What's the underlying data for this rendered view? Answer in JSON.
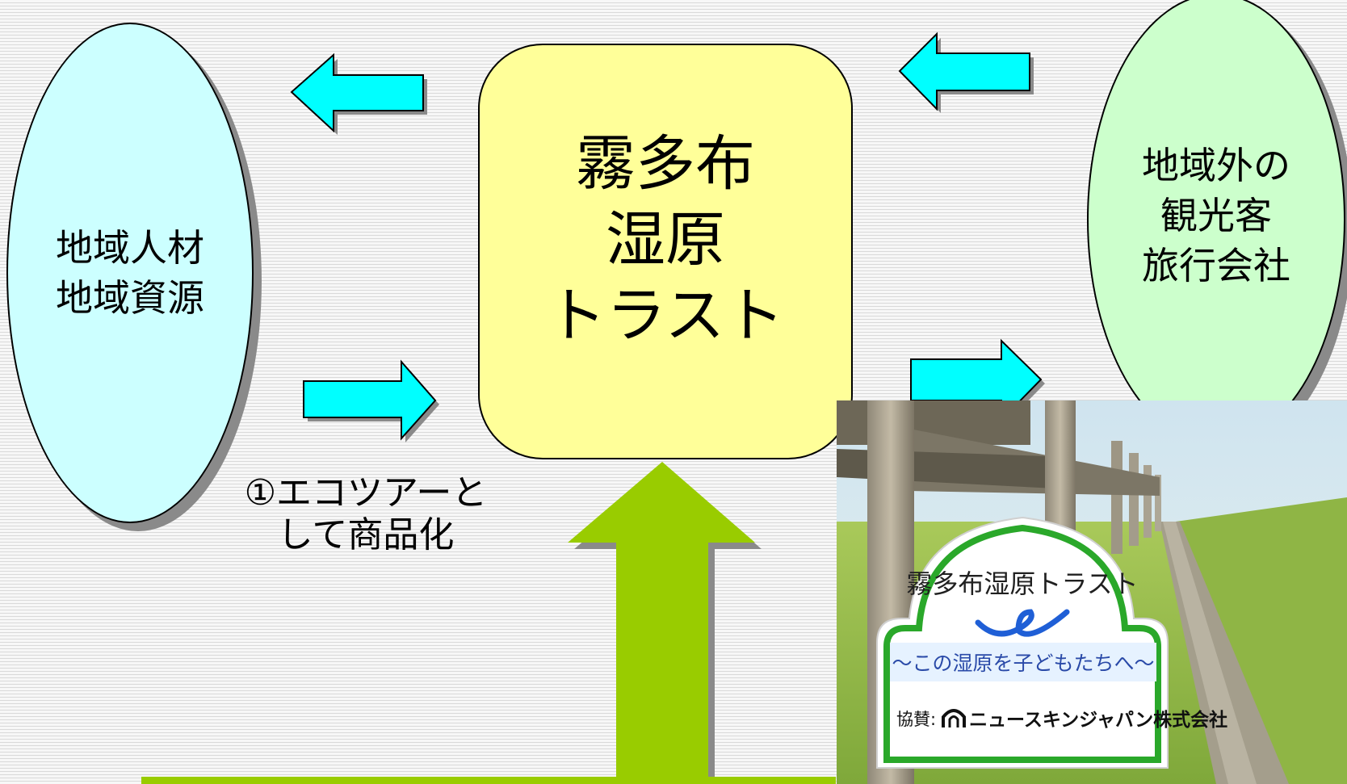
{
  "colors": {
    "background": "#ededed",
    "local_ellipse": "#ccffff",
    "visitor_ellipse": "#ccffcc",
    "trust_box": "#ffff99",
    "cyan_arrow": "#00ffff",
    "green_arrow": "#99cc00"
  },
  "nodes": {
    "local": "地域人材\n地域資源",
    "trust": "霧多布\n湿原\nトラスト",
    "visitors": "地域外の\n観光客\n旅行会社"
  },
  "labels": {
    "ecotour": "①エコツアーと\nして商品化"
  },
  "photo": {
    "sign_title": "霧多布湿原トラスト",
    "sign_slogan": "～この湿原を子どもたちへ～",
    "sign_sponsor_prefix": "協賛:",
    "sign_sponsor": "ニュースキンジャパン株式会社"
  },
  "icons": {
    "arrow_to_local": "left-arrow-icon",
    "arrow_to_trust": "right-arrow-icon",
    "arrow_from_visitors": "left-arrow-icon",
    "arrow_to_visitors": "right-arrow-icon",
    "arrow_up": "up-arrow-icon"
  }
}
